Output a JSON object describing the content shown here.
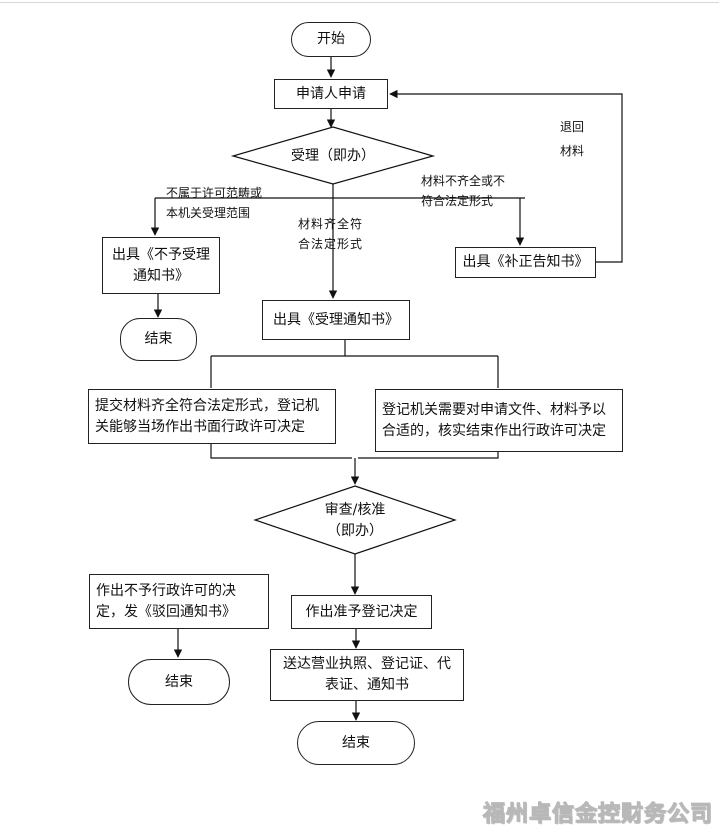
{
  "nodes": {
    "start": "开始",
    "apply": "申请人申请",
    "accept": "受理（即办）",
    "reject_notice": "出具《不予受理通知书》",
    "end_reject": "结束",
    "supplement_notice": "出具《补正告知书》",
    "accept_notice": "出具《受理通知书》",
    "onsite_decision": "提交材料齐全符合法定形式，登记机关能够当场作出书面行政许可决定",
    "verify_decision": "登记机关需要对申请文件、材料予以合适的，核实结束作出行政许可决定",
    "review": "审查/核准\n（即办）",
    "deny_decision": "作出不予行政许可的决定，发《驳回通知书》",
    "end_deny": "结束",
    "approve_decision": "作出准予登记决定",
    "deliver": "送达营业执照、登记证、代表证、通知书",
    "end_final": "结束"
  },
  "labels": {
    "out_of_scope": "不属于许可范畴或\n本机关受理范围",
    "incomplete": "材料不齐全或不\n符合法定形式",
    "complete": "材料齐全符\n合法定形式",
    "return_materials": "退回\n材料"
  },
  "watermark": "福州卓信金控财务公司"
}
